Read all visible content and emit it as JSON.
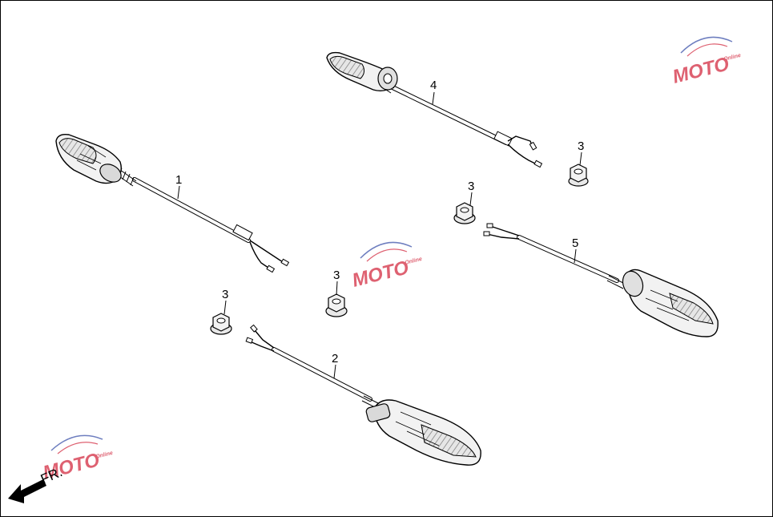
{
  "diagram": {
    "callouts": {
      "p1": "1",
      "p2": "2",
      "p3a": "3",
      "p3b": "3",
      "p3c": "3",
      "p3d": "3",
      "p4": "4",
      "p5": "5"
    },
    "direction_label": "FR.",
    "watermark": {
      "brand": "MOTO",
      "sub": "Online"
    }
  },
  "colors": {
    "line": "#000000",
    "body_fill": "#f2f2f2",
    "lens_fill": "#4a4a4a",
    "watermark_red": "#d63a4e",
    "watermark_blue": "#4a5fb0"
  }
}
